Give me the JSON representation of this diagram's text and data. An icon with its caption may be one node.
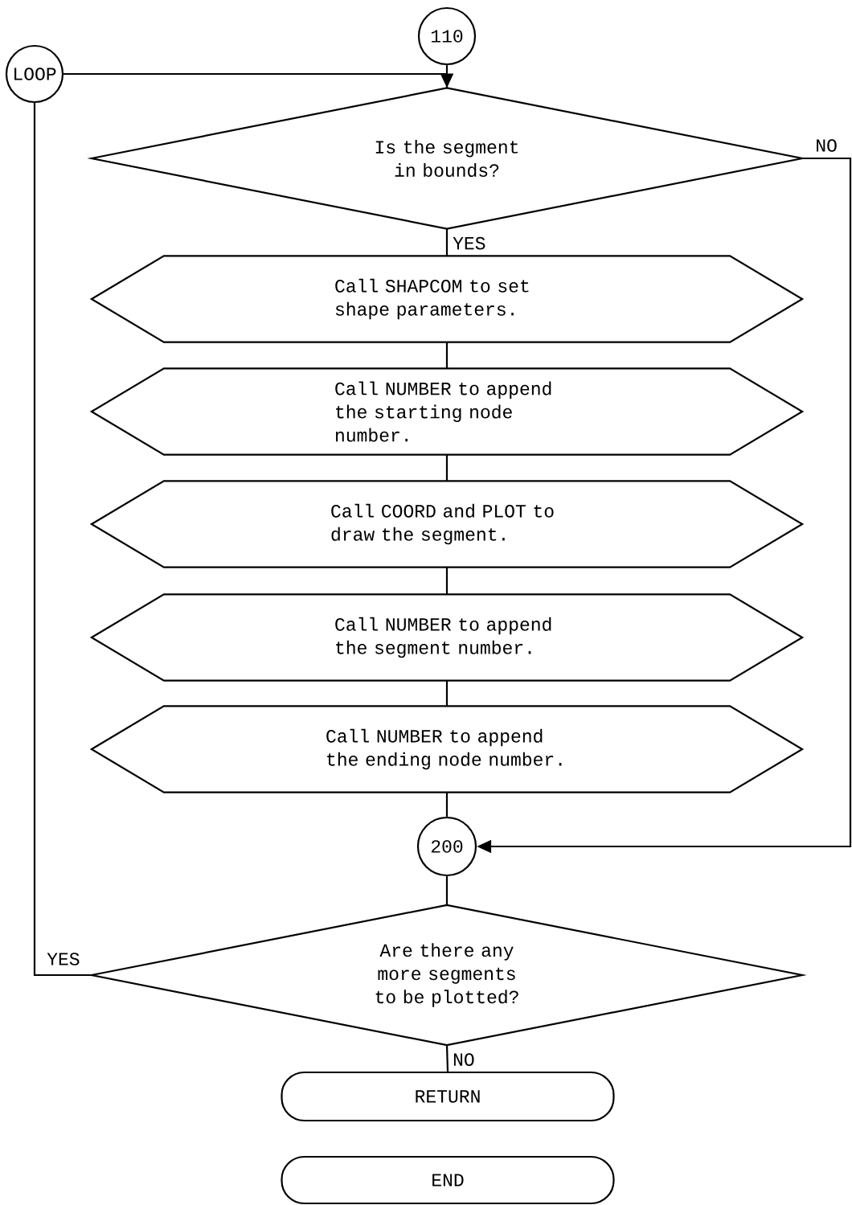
{
  "diagram": {
    "nodes": [
      {
        "text": [
          "LOOP"
        ]
      },
      {
        "text": [
          "110"
        ]
      },
      {
        "text": [
          "Is the segment in bounds?"
        ]
      },
      {
        "text": [
          "Call SHAPCOM to set shape parameters."
        ]
      },
      {
        "text": [
          "Call NUMBER to append the starting node number."
        ]
      },
      {
        "text": [
          "Call COORD and PLOT to draw the segment."
        ]
      },
      {
        "text": [
          "Call NUMBER to append the segment number."
        ]
      },
      {
        "text": [
          "Call NUMBER to append the ending node number."
        ]
      },
      {
        "text": [
          "200"
        ]
      },
      {
        "text": [
          "Are there any more segments to be plotted?"
        ]
      },
      {
        "text": [
          "RETURN"
        ]
      },
      {
        "text": [
          "END"
        ]
      }
    ],
    "edges": [
      {
        "from": 0,
        "to": 2,
        "arrow": "to"
      },
      {
        "from": 1,
        "to": 2,
        "arrow": "none"
      },
      {
        "from": 2,
        "to": 3,
        "arrow": "none",
        "label": "YES"
      },
      {
        "from": 2,
        "to": 8,
        "arrow": "to",
        "label": "NO"
      },
      {
        "from": 3,
        "to": 4,
        "arrow": "none"
      },
      {
        "from": 4,
        "to": 5,
        "arrow": "none"
      },
      {
        "from": 5,
        "to": 6,
        "arrow": "none"
      },
      {
        "from": 6,
        "to": 7,
        "arrow": "none"
      },
      {
        "from": 7,
        "to": 8,
        "arrow": "none"
      },
      {
        "from": 8,
        "to": 9,
        "arrow": "none"
      },
      {
        "from": 9,
        "to": 0,
        "arrow": "none",
        "label": "YES"
      },
      {
        "from": 9,
        "to": 10,
        "arrow": "none",
        "label": "NO"
      }
    ]
  }
}
